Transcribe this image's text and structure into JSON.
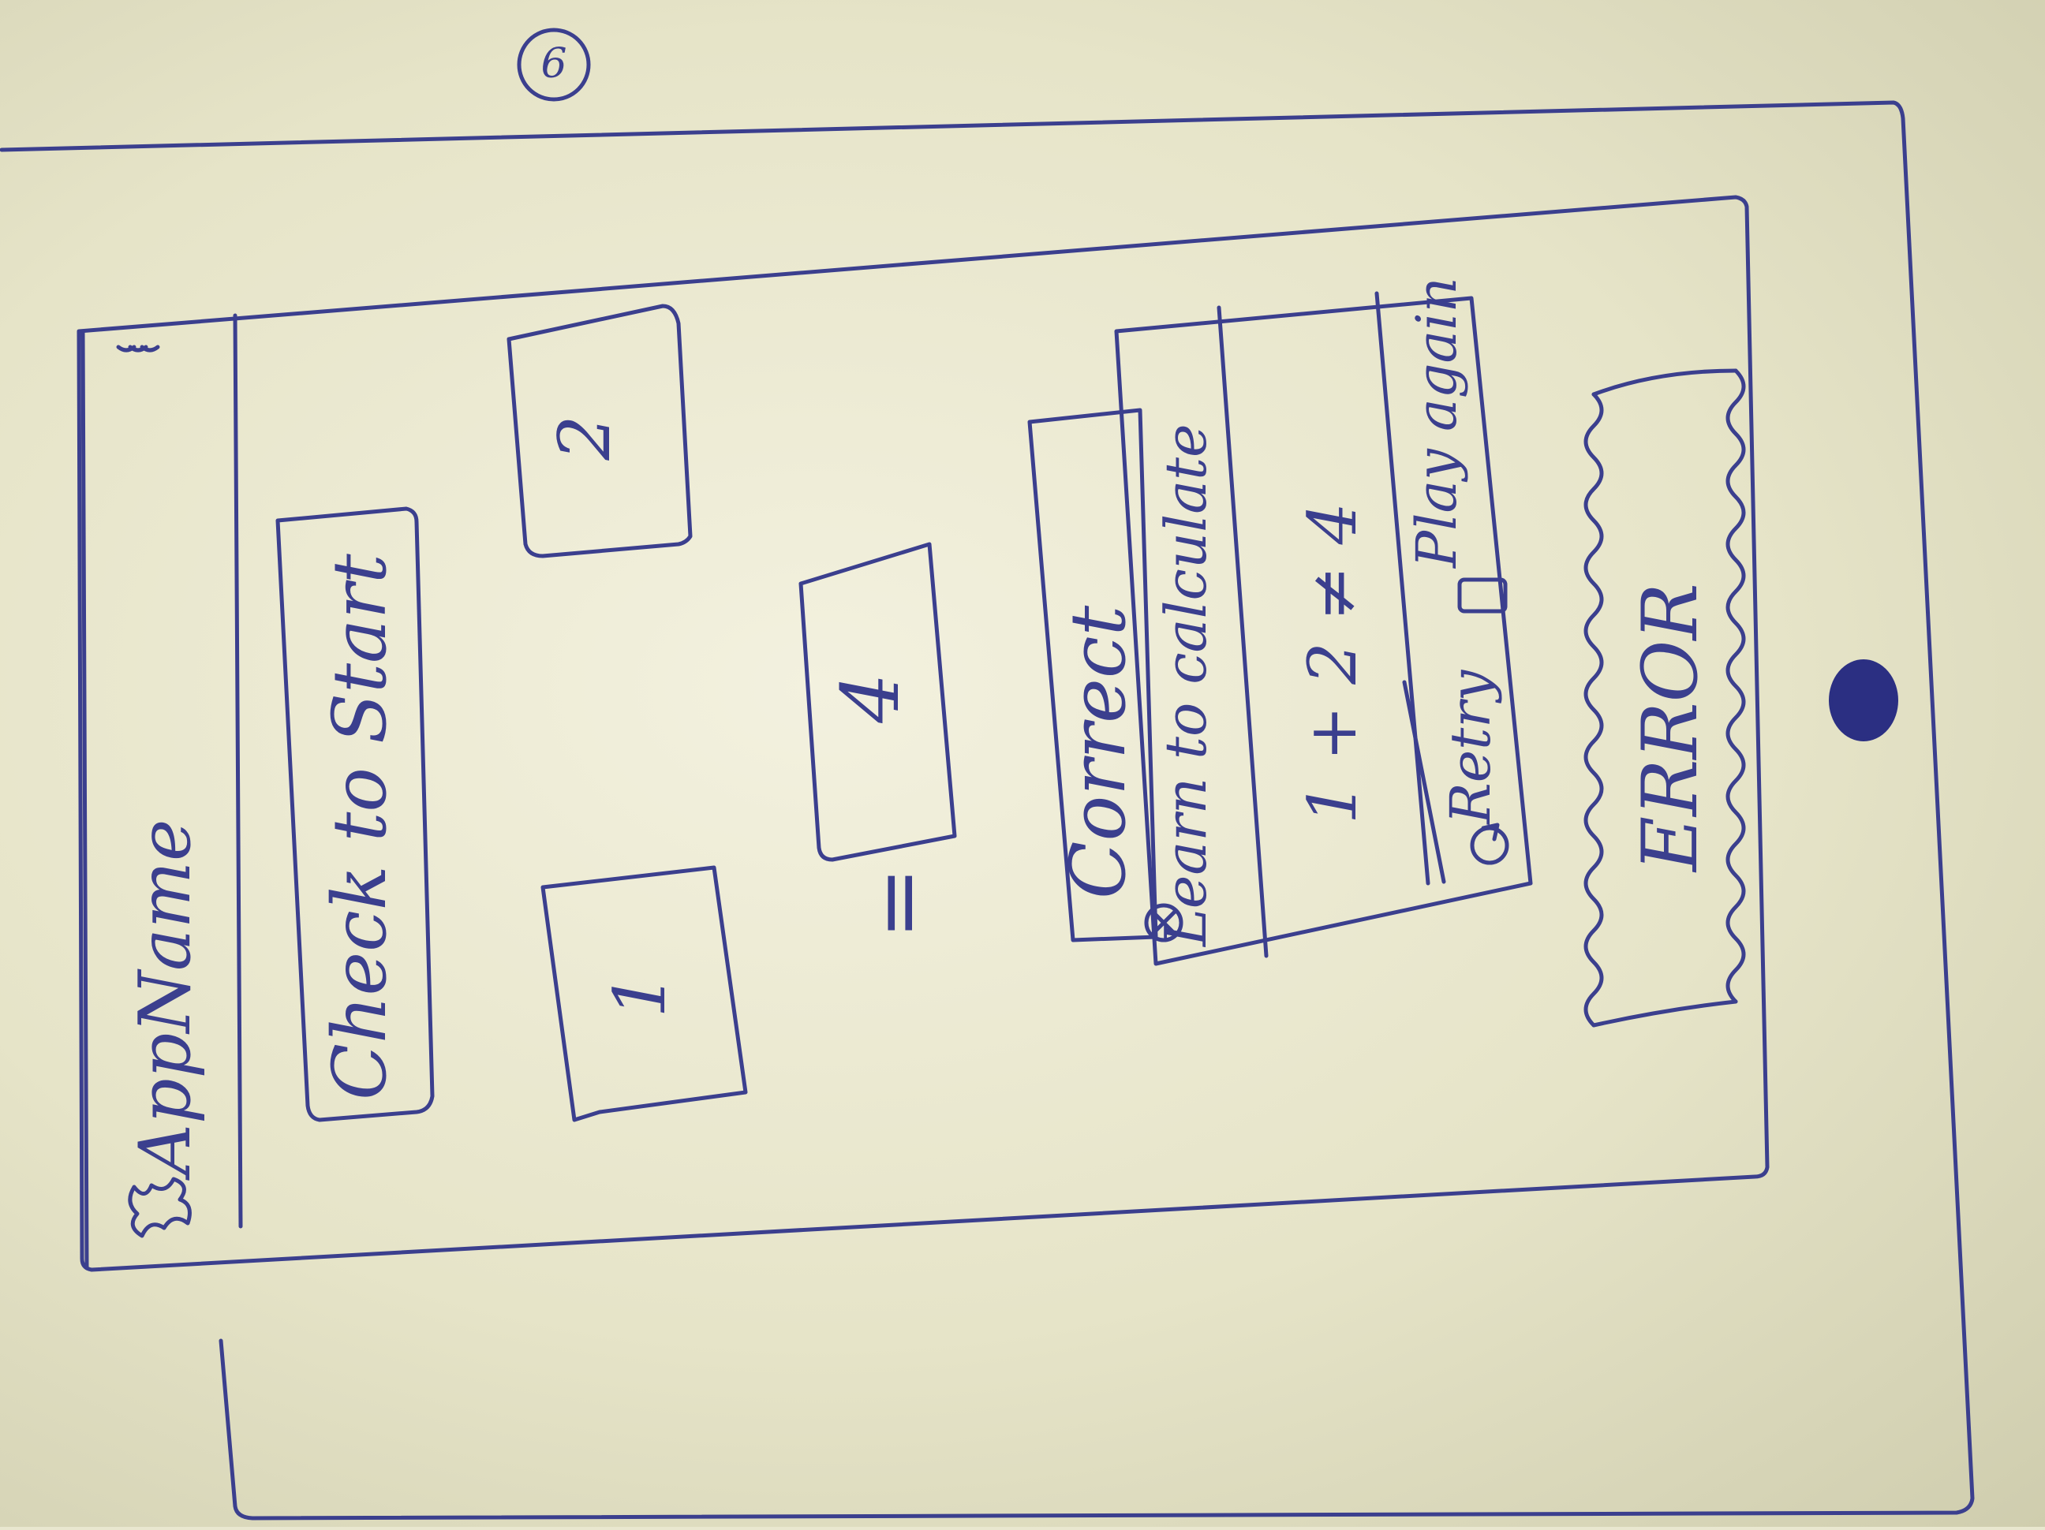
{
  "page_number": "6",
  "app_bar": {
    "title": "AppName",
    "menu_icon": "overflow-menu-icon",
    "logo_icon": "app-logo-icon"
  },
  "check_button": {
    "label": "Check to Start"
  },
  "operands": {
    "first": "1",
    "second": "2"
  },
  "equation": {
    "equals": "=",
    "answer": "4"
  },
  "feedback": {
    "status": "Correct"
  },
  "dialog": {
    "title": "Learn to calculate",
    "close_icon": "close-icon",
    "expression": "1 + 2 ≠ 4",
    "retry_label": "Retry",
    "retry_icon": "refresh-icon",
    "play_again_label": "Play again",
    "play_again_icon": "play-again-icon"
  },
  "error": {
    "text": "ERROR"
  },
  "home_button": {
    "icon": "home-button-icon"
  },
  "colors": {
    "ink": "#3b3f8e",
    "paper": "#f0eedb"
  }
}
